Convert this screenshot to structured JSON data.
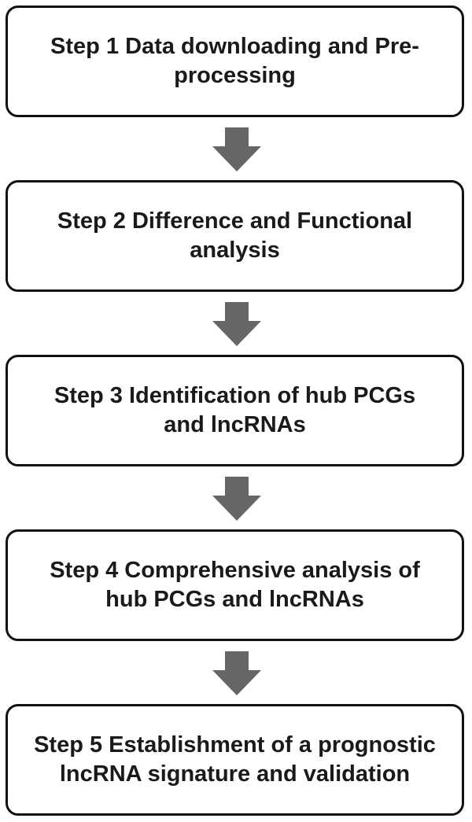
{
  "steps": [
    {
      "label": "Step 1  Data downloading and Pre-\nprocessing"
    },
    {
      "label": "Step 2  Difference and Functional\nanalysis"
    },
    {
      "label": "Step 3  Identification of hub PCGs\nand lncRNAs"
    },
    {
      "label": "Step 4  Comprehensive analysis of\nhub PCGs and lncRNAs"
    },
    {
      "label": "Step 5  Establishment of a prognostic\nlncRNA signature and validation"
    }
  ],
  "colors": {
    "box_border": "#111111",
    "text": "#1a1a1a",
    "arrow": "#666666"
  },
  "icons": {
    "connector": "down-arrow-icon"
  }
}
